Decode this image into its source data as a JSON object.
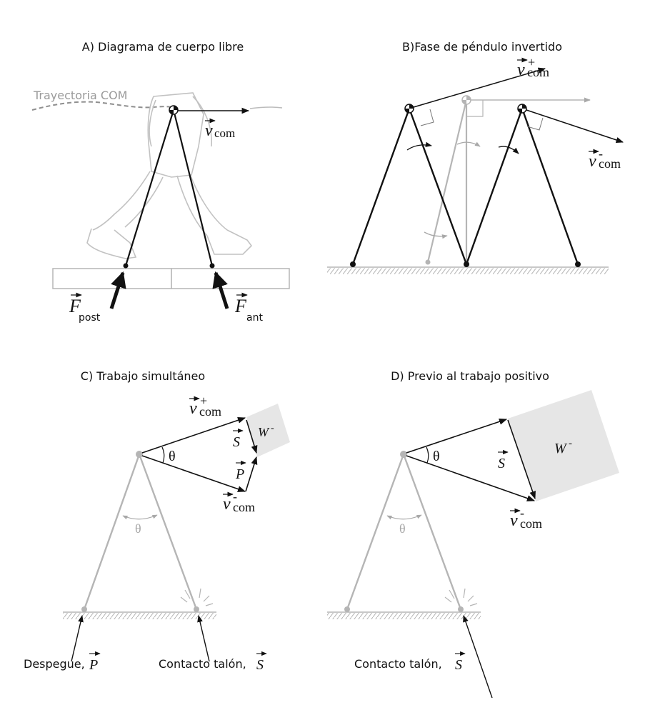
{
  "panels": {
    "a": {
      "title": "A) Diagrama de cuerpo libre",
      "trajectory": "Trayectoria COM",
      "v_symbol": "v",
      "v_sub": "com",
      "f_symbol": "F",
      "f_post_sub": "post",
      "f_ant_sub": "ant"
    },
    "b": {
      "title": "B)Fase de péndulo invertido",
      "v_symbol": "v",
      "v_plus_sup": "+",
      "v_minus_sup": "-",
      "v_sub": "com"
    },
    "c": {
      "title": "C) Trabajo simultáneo",
      "v_symbol": "v",
      "v_plus_sup": "+",
      "v_minus_sup": "-",
      "v_sub": "com",
      "s_symbol": "S",
      "p_symbol": "P",
      "w_symbol": "W",
      "w_sup": "-",
      "theta": "θ",
      "pushoff_label": "Despegue,",
      "heel_label": "Contacto talón,"
    },
    "d": {
      "title": "D) Previo al trabajo positivo",
      "v_symbol": "v",
      "v_minus_sup": "-",
      "v_sub": "com",
      "s_symbol": "S",
      "w_symbol": "W",
      "w_sup": "-",
      "theta": "θ",
      "heel_label": "Contacto talón,"
    }
  },
  "colors": {
    "ink": "#111111",
    "light_gray": "#b5b5b5",
    "mid_gray": "#8f8f8f",
    "work_fill": "#e6e6e6"
  }
}
